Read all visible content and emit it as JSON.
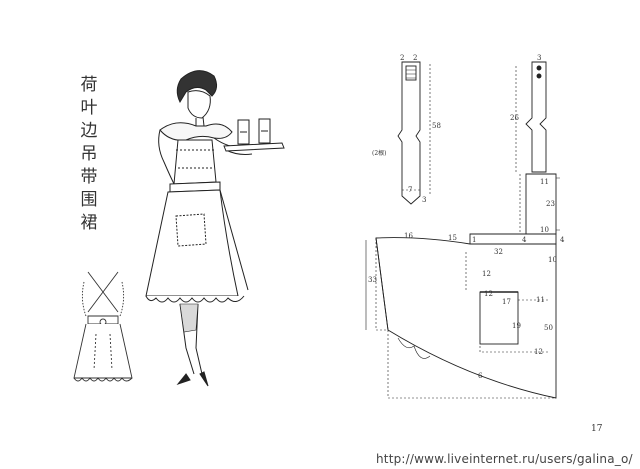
{
  "title_chars": [
    "荷",
    "叶",
    "边",
    "吊",
    "带",
    "围",
    "裙"
  ],
  "page_number": "17",
  "watermark": "http://www.liveinternet.ru/users/galina_o/",
  "strap_pattern": {
    "top_labels": [
      "2",
      "2"
    ],
    "length_label": "58",
    "cut_note": "(2根)",
    "bottom_labels": [
      "7",
      "3"
    ]
  },
  "bib_pattern": {
    "top_label": "3",
    "length_label": "26",
    "labels": [
      "11",
      "23",
      "10",
      "4",
      "4",
      "1"
    ]
  },
  "skirt_pattern": {
    "labels": [
      "16",
      "15",
      "32",
      "10",
      "33",
      "12",
      "17",
      "11",
      "12",
      "19",
      "50",
      "12",
      "6"
    ]
  },
  "icons": [
    "apron-woman-illustration",
    "apron-back-sketch"
  ]
}
